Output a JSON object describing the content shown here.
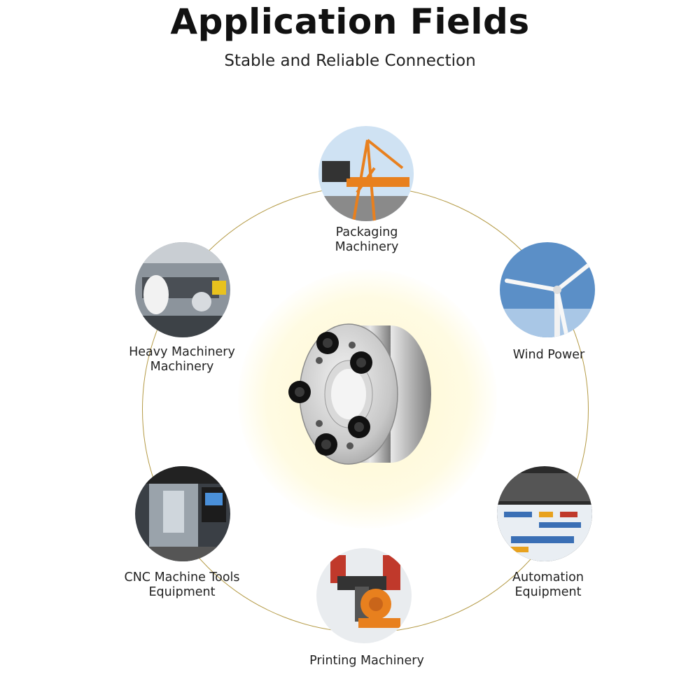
{
  "header": {
    "title": "Application Fields",
    "subtitle": "Stable and Reliable Connection"
  },
  "fields": [
    {
      "id": "packaging",
      "line1": "Packaging",
      "line2": "Machinery",
      "icon": "crane-icon"
    },
    {
      "id": "wind",
      "line1": "Wind Power",
      "line2": "",
      "icon": "wind-turbine-icon"
    },
    {
      "id": "automation",
      "line1": "Automation",
      "line2": "Equipment",
      "icon": "printer-icon"
    },
    {
      "id": "printing",
      "line1": "Printing Machinery",
      "line2": "",
      "icon": "robot-arm-icon"
    },
    {
      "id": "cnc",
      "line1": "CNC Machine Tools",
      "line2": "Equipment",
      "icon": "cnc-machine-icon"
    },
    {
      "id": "heavy",
      "line1": "Heavy Machinery",
      "line2": "Machinery",
      "icon": "machinery-icon"
    }
  ],
  "colors": {
    "ring": "#b49a45",
    "glow": "#fff8cf",
    "crane": "#e8801e",
    "sky": "#5b8fc7"
  }
}
